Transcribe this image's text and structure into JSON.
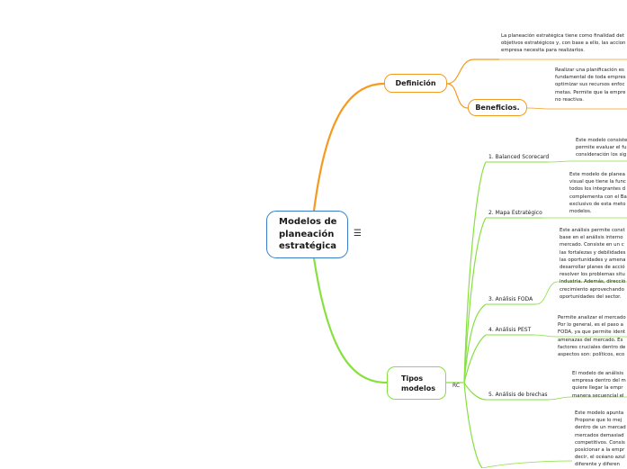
{
  "central": {
    "lines": [
      "Modelos de",
      "planeación",
      "estratégica"
    ],
    "menu_icon": "hamburger-menu-icon"
  },
  "definicion": {
    "label": "Definición",
    "text": [
      "La planeación estratégica tiene como finalidad det",
      "objetivos estratégicos y, con base a ello, las accion",
      "empresa necesita para realizarlos."
    ]
  },
  "beneficios": {
    "label": "Beneficios.",
    "text": [
      "Realizar una planificación es",
      "fundamental de toda empres",
      "optimizar sus recursos enfoc",
      "metas. Permite que la empre",
      "no reactiva."
    ]
  },
  "tipos": {
    "lines": [
      "Tipos",
      "modelos"
    ],
    "rc": "RC"
  },
  "models": [
    {
      "label": "1. Balanced Scorecard",
      "text": [
        "Este modelo consiste",
        "permite evaluar el fu",
        "consideración los sig"
      ]
    },
    {
      "label": "2. Mapa Estratégico",
      "text": [
        "Este modelo de planea",
        "visual que tiene la func",
        "todos los integrantes d",
        "complementa con el Ba",
        "exclusivo de esta meto",
        "modelos."
      ]
    },
    {
      "label": "3. Análisis FODA",
      "text": [
        "Este análisis permite const",
        "base en el análisis interno",
        "mercado. Consiste en un c",
        "las fortalezas y debilidades",
        "las oportunidades y amena",
        "desarrollar planes de acció",
        "resolver los problemas situ",
        "industria. Además, direcció",
        "crecimiento aprovechando",
        "oportunidades del sector."
      ]
    },
    {
      "label": "4. Análisis PEST",
      "text": [
        "Permite analizar el mercado",
        "Por lo general, es el paso a",
        "FODA, ya que permite ident",
        "amenazas del mercado. Es",
        "factores cruciales dentro de",
        "aspectos son: políticos, eco"
      ]
    },
    {
      "label": "5. Análisis de brechas",
      "text": [
        "El modelo de análisis",
        "empresa dentro del m",
        "quiere llegar la empr",
        "manera secuencial el"
      ]
    },
    {
      "label": "",
      "text": [
        "Este modelo apunta",
        "Propone que lo mej",
        "dentro de un mercad",
        "mercados demasiad",
        "competitivos. Consis",
        "posicionar a la empr",
        "decir, el océano azul",
        "diferente y diferen"
      ]
    }
  ],
  "colors": {
    "central_border": "#3a7dc9",
    "orange_branch": "#f39b1f",
    "green_branch": "#86e03e"
  }
}
